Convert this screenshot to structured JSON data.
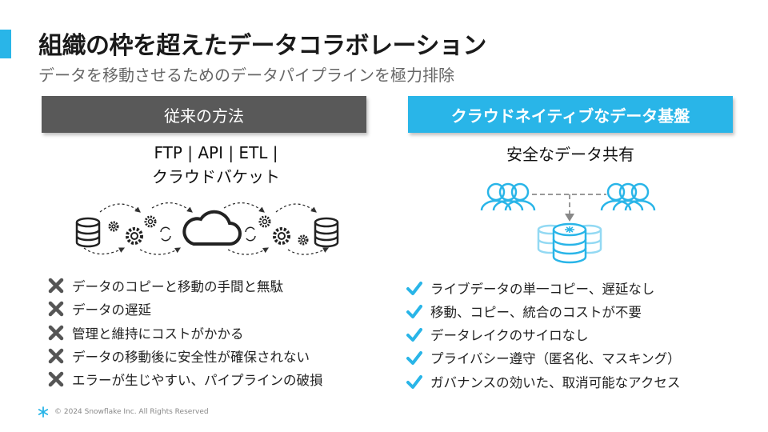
{
  "title": "組織の枠を超えたデータコラボレーション",
  "subtitle": "データを移動させるためのデータパイプラインを極力排除",
  "left": {
    "header": "従来の方法",
    "subtitle_line1": "FTP | API | ETL |",
    "subtitle_line2": "クラウドバケット",
    "items": [
      "データのコピーと移動の手間と無駄",
      "データの遅延",
      "管理と維持にコストがかかる",
      "データの移動後に安全性が確保されない",
      "エラーが生じやすい、パイプラインの破損"
    ]
  },
  "right": {
    "header": "クラウドネイティブなデータ基盤",
    "subtitle": "安全なデータ共有",
    "items": [
      "ライブデータの単一コピー、遅延なし",
      "移動、コピー、統合のコストが不要",
      "データレイクのサイロなし",
      "プライバシー遵守（匿名化、マスキング）",
      "ガバナンスの効いた、取消可能なアクセス"
    ]
  },
  "footer": "© 2024 Snowflake Inc. All Rights Reserved",
  "colors": {
    "accent": "#29b5e8",
    "dark_header": "#595959",
    "cross": "#555555"
  }
}
